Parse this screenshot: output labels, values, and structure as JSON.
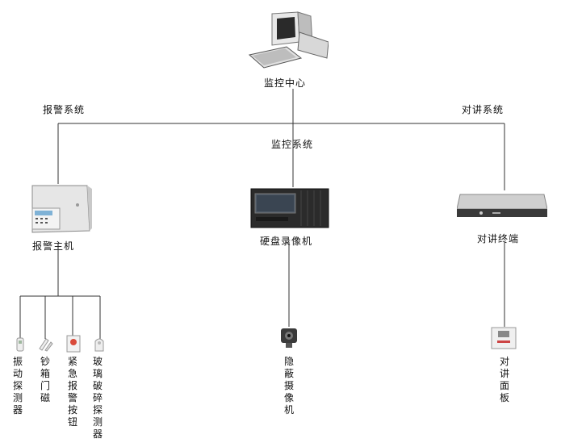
{
  "center": {
    "label": "监控中心"
  },
  "branches": {
    "alarm": "报警系统",
    "monitor": "监控系统",
    "intercom": "对讲系统"
  },
  "devices": {
    "alarm_host": "报警主机",
    "dvr": "硬盘录像机",
    "intercom_terminal": "对讲终端"
  },
  "sensors": [
    {
      "label": "振动探测器"
    },
    {
      "label": "钞箱门磁"
    },
    {
      "label": "紧急报警按钮"
    },
    {
      "label": "玻璃破碎探测器"
    }
  ],
  "camera": {
    "label": "隐蔽摄像机"
  },
  "panel": {
    "label": "对讲面板"
  },
  "colors": {
    "line": "#333333",
    "device_gray": "#d9d9d9",
    "dvr_body": "#2b2b2b"
  }
}
